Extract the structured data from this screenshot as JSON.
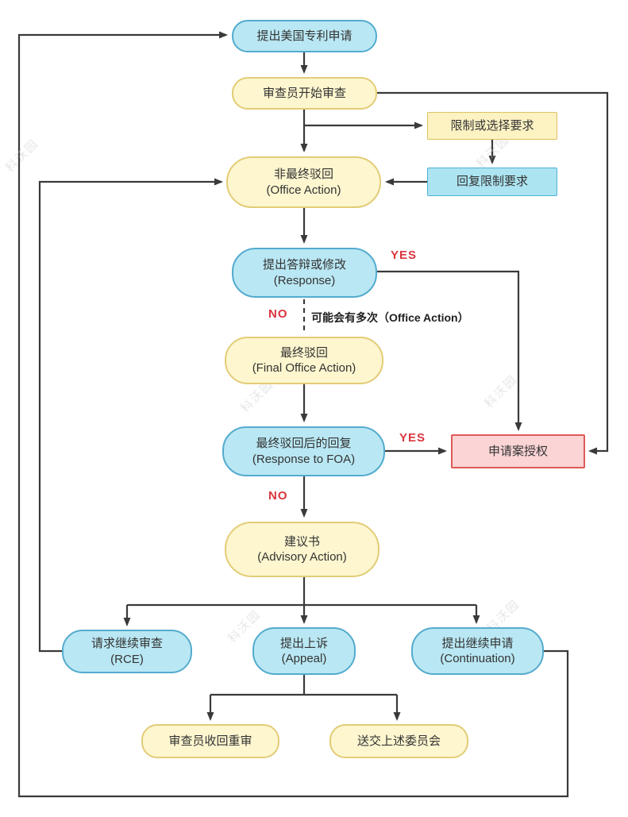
{
  "diagram": {
    "title_implicit": "US patent application examination flow",
    "watermark": {
      "text": "科沃园"
    },
    "colors": {
      "blue_fill": "#b9e7f3",
      "blue_border": "#54abce",
      "yellow_fill": "#fdf6cf",
      "yellow_border": "#e3cc77",
      "rect_yellow_fill": "#fcf2c2",
      "rect_yellow_border": "#dcc25f",
      "rect_cyan_fill": "#ace4f1",
      "rect_cyan_border": "#4db2d6",
      "pink_fill": "#fbd4d5",
      "pink_border": "#dd5a57",
      "line": "#3a3a3a",
      "branch_label": "#d9363e"
    },
    "nodes": [
      {
        "id": "file-us-application",
        "line1": "提出美国专利申请"
      },
      {
        "id": "examiner-begins",
        "line1": "审查员开始审查"
      },
      {
        "id": "restriction-requirement",
        "line1": "限制或选择要求"
      },
      {
        "id": "reply-restriction",
        "line1": "回复限制要求"
      },
      {
        "id": "non-final-office-action",
        "line1": "非最终驳回",
        "line2": "(Office Action)"
      },
      {
        "id": "response",
        "line1": "提出答辩或修改",
        "line2": "(Response)"
      },
      {
        "id": "final-office-action",
        "line1": "最终驳回",
        "line2": "(Final Office Action)"
      },
      {
        "id": "response-to-foa",
        "line1": "最终驳回后的回复",
        "line2": "(Response to FOA)"
      },
      {
        "id": "application-granted",
        "line1": "申请案授权"
      },
      {
        "id": "advisory-action",
        "line1": "建议书",
        "line2": "(Advisory Action)"
      },
      {
        "id": "rce",
        "line1": "请求继续审查",
        "line2": "(RCE)"
      },
      {
        "id": "appeal",
        "line1": "提出上诉",
        "line2": "(Appeal)"
      },
      {
        "id": "continuation",
        "line1": "提出继续申请",
        "line2": "(Continuation)"
      },
      {
        "id": "examiner-reopen",
        "line1": "审查员收回重审"
      },
      {
        "id": "submit-to-board",
        "line1": "送交上述委员会"
      }
    ],
    "labels": {
      "yes_response": "YES",
      "no_response": "NO",
      "note_multiple": "可能会有多次（Office Action）",
      "yes_foa": "YES",
      "no_foa": "NO"
    }
  }
}
